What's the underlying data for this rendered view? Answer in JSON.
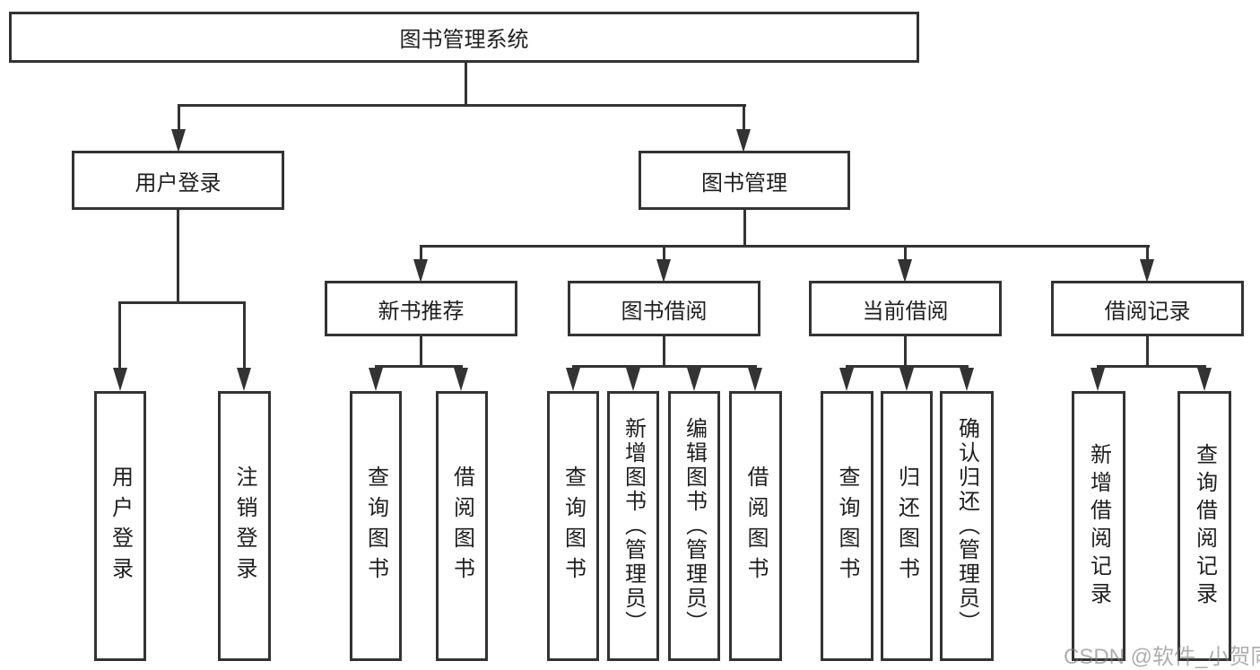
{
  "diagram": {
    "title_note": "library management system feature tree",
    "root": "图书管理系统",
    "level2": {
      "user": "用户登录",
      "book": "图书管理"
    },
    "level3": {
      "newbook": "新书推荐",
      "borrow": "图书借阅",
      "current": "当前借阅",
      "records": "借阅记录"
    },
    "leaves": {
      "user_login": "用户登录",
      "user_logout": "注销登录",
      "nb_query": "查询图书",
      "nb_borrow": "借阅图书",
      "bb_query": "查询图书",
      "bb_add": "新增图书（管理员）",
      "bb_edit": "编辑图书（管理员）",
      "bb_borrow": "借阅图书",
      "cb_query": "查询图书",
      "cb_return": "归还图书",
      "cb_confirm": "确认归还（管理员）",
      "br_add": "新增借阅记录",
      "br_query": "查询借阅记录"
    }
  },
  "colors": {
    "line": "#333333",
    "text": "#1f1f1f",
    "watermark": "#7d7d7d"
  },
  "watermark": "CSDN @软件_小贺同学"
}
